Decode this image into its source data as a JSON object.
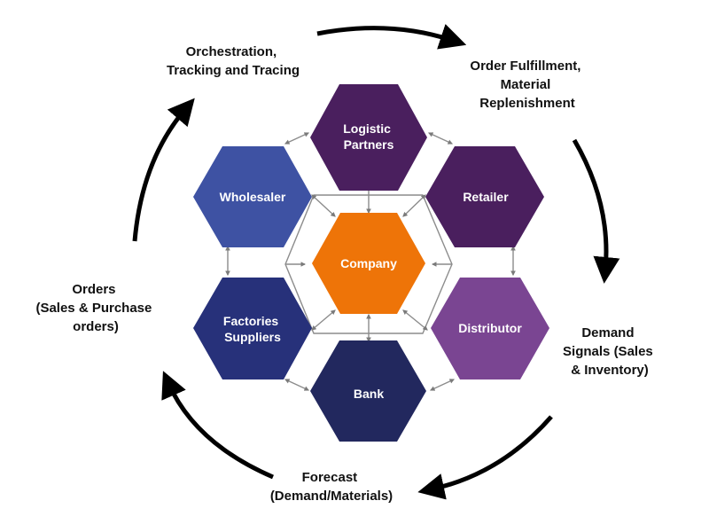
{
  "hexagons": {
    "logistic": {
      "lines": [
        "Logistic",
        "Partners"
      ],
      "color": "#4a1f5e"
    },
    "wholesaler": {
      "lines": [
        "Wholesaler"
      ],
      "color": "#3e52a3"
    },
    "retailer": {
      "lines": [
        "Retailer"
      ],
      "color": "#4a1f5e"
    },
    "company": {
      "lines": [
        "Company"
      ],
      "color": "#ee7408"
    },
    "factories": {
      "lines": [
        "Factories",
        "Suppliers"
      ],
      "color": "#27317a"
    },
    "distributor": {
      "lines": [
        "Distributor"
      ],
      "color": "#7a4592"
    },
    "bank": {
      "lines": [
        "Bank"
      ],
      "color": "#22285e"
    }
  },
  "cycle": {
    "orchestration": [
      "Orchestration,",
      "Tracking and Tracing"
    ],
    "fulfillment": [
      "Order Fulfillment,",
      "Material",
      "Replenishment"
    ],
    "demand": [
      "Demand",
      "Signals (Sales",
      "& Inventory)"
    ],
    "forecast": [
      "Forecast",
      "(Demand/Materials)"
    ],
    "orders": [
      "Orders",
      "(Sales & Purchase",
      "orders)"
    ]
  },
  "colors": {
    "connector": "#8c8c8c",
    "cycle_arrow": "#000000",
    "label_text": "#111111"
  }
}
